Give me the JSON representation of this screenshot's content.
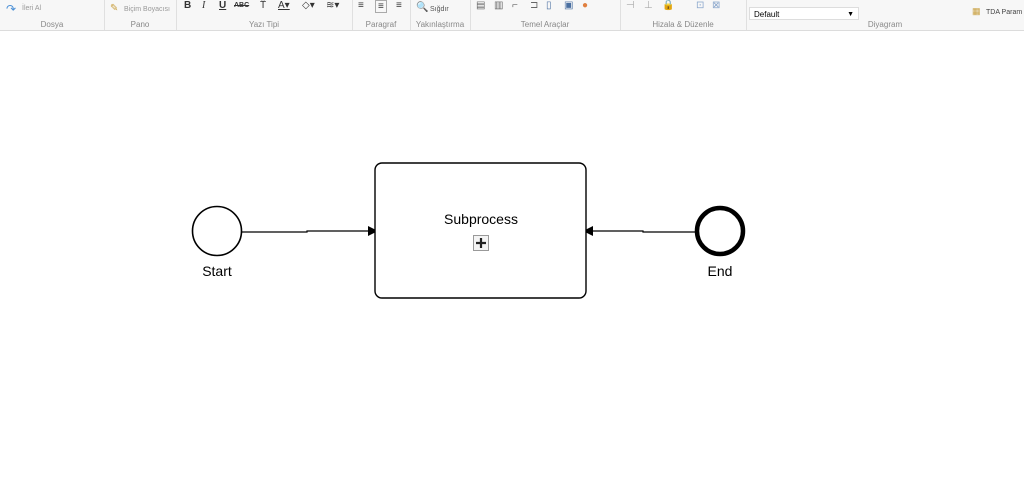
{
  "ribbon": {
    "groups": [
      {
        "label": "Dosya"
      },
      {
        "label": "Pano"
      },
      {
        "label": "Yazı Tipi"
      },
      {
        "label": "Paragraf"
      },
      {
        "label": "Yakınlaştırma"
      },
      {
        "label": "Temel Araçlar"
      },
      {
        "label": "Hizala & Düzenle"
      },
      {
        "label": "Diyagram"
      }
    ],
    "redo_label": "İleri Al",
    "format_painter_label": "Biçim Boyacısı",
    "fit_label": "Sığdır",
    "theme_select_value": "Default",
    "tda_label": "TDA Param",
    "font_buttons": [
      "B",
      "I",
      "U",
      "ABC"
    ]
  },
  "diagram": {
    "start_label": "Start",
    "end_label": "End",
    "subprocess_label": "Subprocess",
    "colors": {
      "stroke": "#000000",
      "fill": "#ffffff"
    }
  }
}
